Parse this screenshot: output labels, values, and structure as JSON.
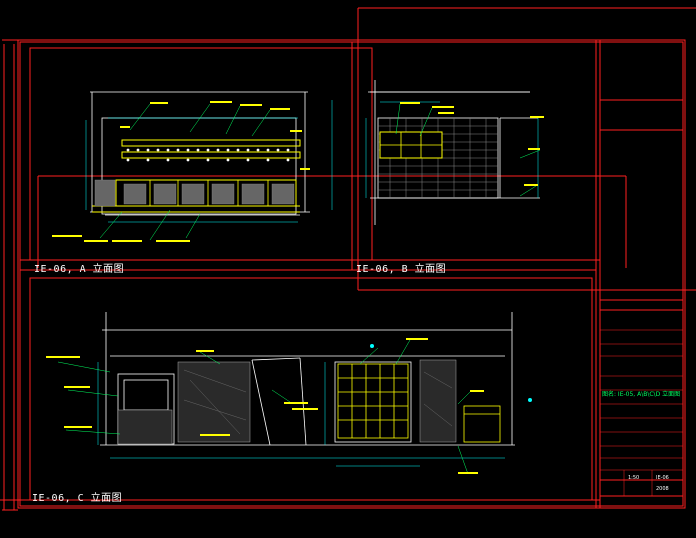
{
  "view_titles": {
    "a": "IE-06, A 立面图",
    "b": "IE-06, B 立面图",
    "c": "IE-06, C 立面图"
  },
  "title_block": {
    "drawing_title": "图名: IE-05, A\\B\\C\\D 立面图",
    "scale_label": "1:50",
    "sheet_no": "IE-06",
    "date": "2008"
  },
  "colors": {
    "frame": "#ff2020",
    "linework": "#ffffff",
    "accent_yellow": "#ffff00",
    "accent_green": "#00ff60",
    "accent_cyan": "#00ffff"
  }
}
